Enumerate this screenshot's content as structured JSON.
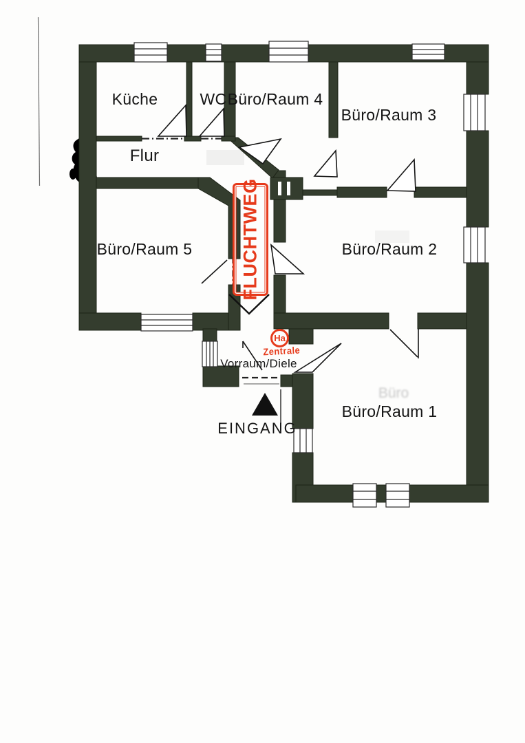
{
  "plan": {
    "rooms": [
      {
        "id": "kueche",
        "label": "Küche"
      },
      {
        "id": "wc",
        "label": "WC"
      },
      {
        "id": "raum4",
        "label": "Büro/Raum 4"
      },
      {
        "id": "raum3",
        "label": "Büro/Raum 3"
      },
      {
        "id": "flur",
        "label": "Flur"
      },
      {
        "id": "raum5",
        "label": "Büro/Raum 5"
      },
      {
        "id": "raum2",
        "label": "Büro/Raum 2"
      },
      {
        "id": "raum1",
        "label": "Büro/Raum 1"
      },
      {
        "id": "vorraum",
        "label": "Vorraum/Diele"
      }
    ],
    "stamps": {
      "fluchtweg": "FLUCHTWEG",
      "ha": "Ha",
      "zentrale": "Zentrale"
    },
    "entrance_label": "EINGANG",
    "watermark": "Büro",
    "colors": {
      "wall": "#343d2e",
      "stamp_red": "#e63a1b",
      "ink": "#1a1a1a"
    }
  }
}
